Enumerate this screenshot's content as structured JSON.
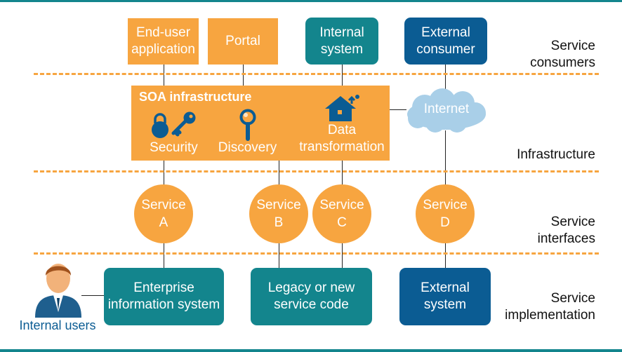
{
  "consumers": {
    "end_user_app": [
      "End-user",
      "application"
    ],
    "portal": "Portal",
    "internal_system": [
      "Internal",
      "system"
    ],
    "external_consumer": [
      "External",
      "consumer"
    ]
  },
  "infrastructure": {
    "title": "SOA infrastructure",
    "security": "Security",
    "discovery": "Discovery",
    "data_transformation": [
      "Data",
      "transformation"
    ],
    "internet": "Internet"
  },
  "services": [
    {
      "line1": "Service",
      "line2": "A"
    },
    {
      "line1": "Service",
      "line2": "B"
    },
    {
      "line1": "Service",
      "line2": "C"
    },
    {
      "line1": "Service",
      "line2": "D"
    }
  ],
  "implementation": {
    "enterprise": [
      "Enterprise",
      "information system"
    ],
    "legacy": [
      "Legacy or new",
      "service code"
    ],
    "external_system": [
      "External",
      "system"
    ],
    "internal_users": "Internal users"
  },
  "layers": {
    "consumers": [
      "Service",
      "consumers"
    ],
    "infrastructure": "Infrastructure",
    "interfaces": [
      "Service",
      "interfaces"
    ],
    "implementation": [
      "Service",
      "implementation"
    ]
  },
  "colors": {
    "orange": "#f7a540",
    "teal": "#13858d",
    "navy": "#0b5c93",
    "cloud": "#a9cfe8"
  },
  "icons": [
    "lock-icon",
    "key-icon",
    "magnifier-icon",
    "house-icon",
    "user-avatar-icon",
    "cloud-icon"
  ]
}
